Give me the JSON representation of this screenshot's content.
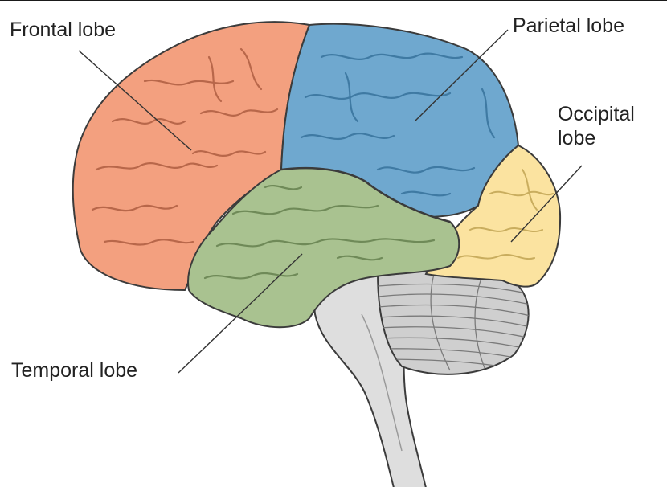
{
  "labels": {
    "frontal": "Frontal lobe",
    "parietal": "Parietal lobe",
    "occipital_line1": "Occipital",
    "occipital_line2": "lobe",
    "temporal": "Temporal lobe"
  },
  "colors": {
    "frontal": "#f3a07f",
    "parietal": "#6fa8cf",
    "occipital": "#fbe3a0",
    "temporal": "#a9c290",
    "cerebellum": "#cfcfcf",
    "brainstem": "#dedede",
    "outline": "#3b3b3b"
  }
}
